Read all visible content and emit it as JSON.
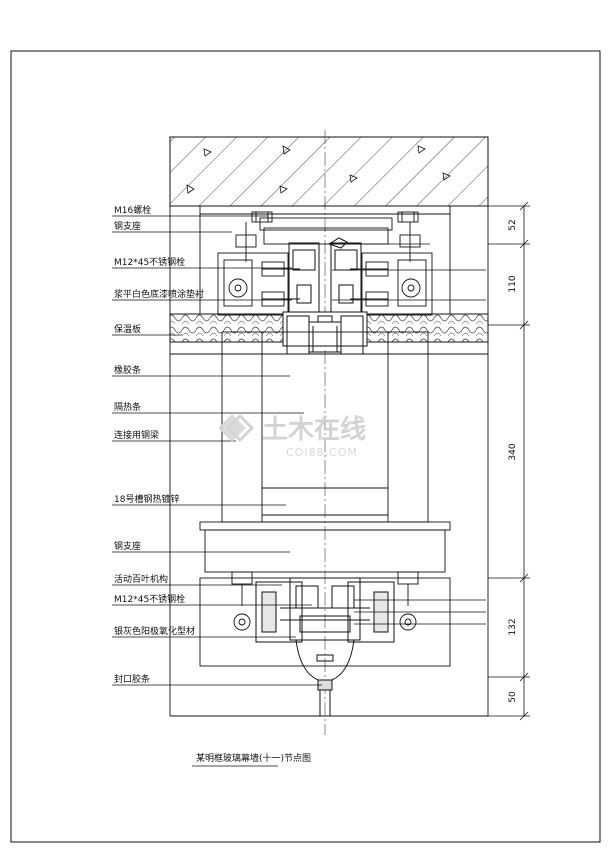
{
  "labels": {
    "m16_bolt": "M16螺栓",
    "steel_bracket_1": "钢支座",
    "m12_bolt_1": "M12*45不锈钢栓",
    "spacer": "浆平白色底漆喷涂垫衬",
    "insulation": "保温板",
    "rubber_strip": "橡胶条",
    "thermal_break": "隔热条",
    "connect_channel": "连接用钢梁",
    "channel_18": "18号槽钢热镀锌",
    "steel_bracket_2": "钢支座",
    "louver_mech": "活动百叶机构",
    "m12_bolt_2": "M12*45不锈钢栓",
    "gray_profile": "银灰色阳极氧化型材",
    "sealant": "封口胶条"
  },
  "dimensions": [
    "52",
    "110",
    "340",
    "132",
    "50"
  ],
  "title": "某明框玻璃幕墙(十一)节点图",
  "watermark": {
    "cn": "土木在线",
    "en": "COI88.COM"
  }
}
